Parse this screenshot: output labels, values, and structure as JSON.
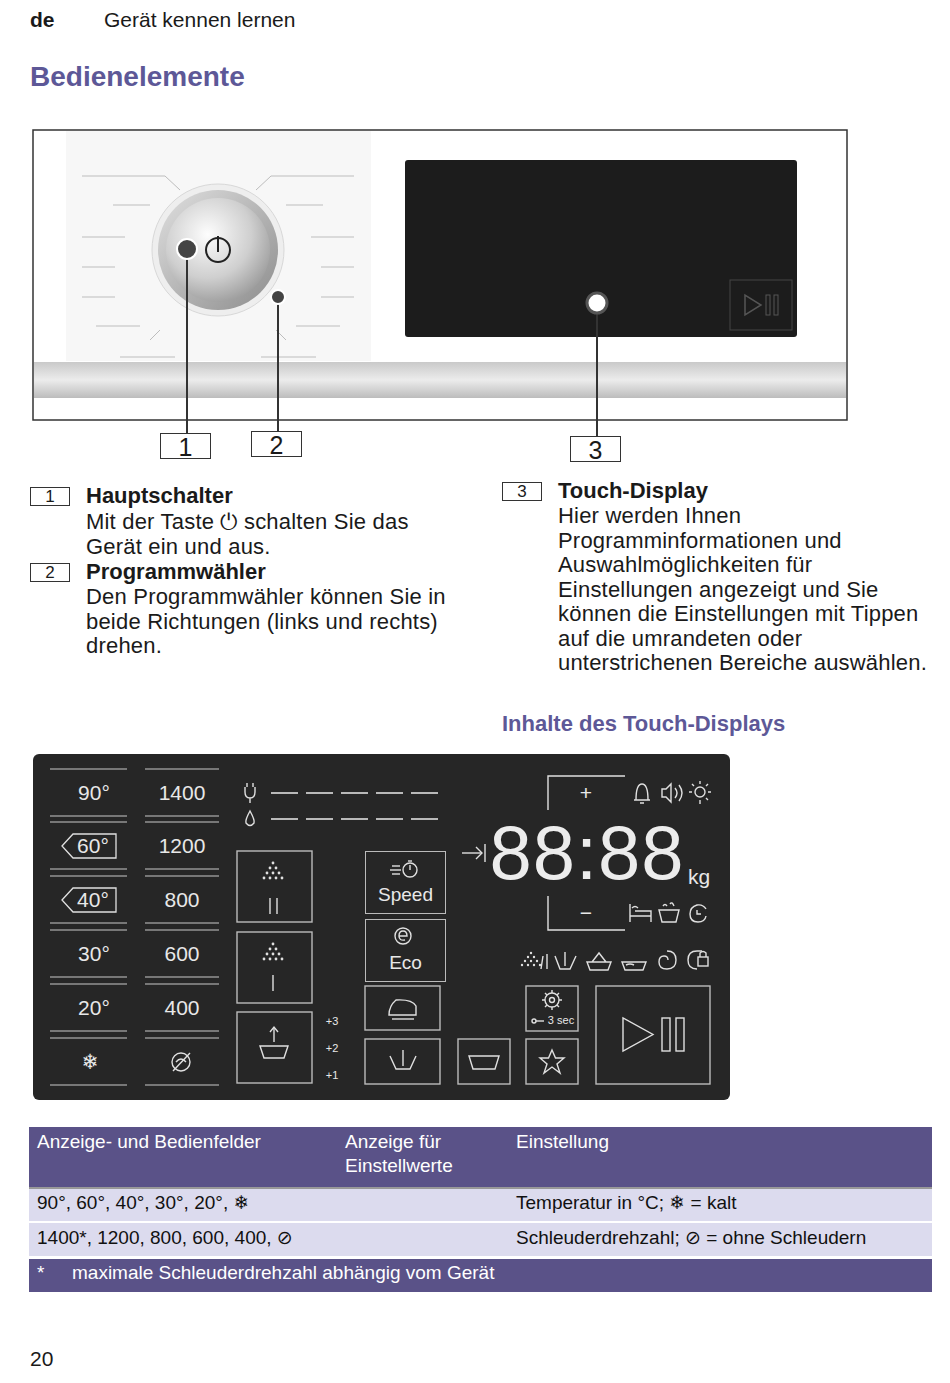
{
  "diagram": {
    "title": "Bedienelemente",
    "nodes": [
      {
        "text": [
          "Speed"
        ]
      },
      {
        "text": [
          "Eco"
        ]
      }
    ],
    "labels": [
      "de",
      "Gerät kennen lernen",
      "1",
      "2",
      "3",
      "1",
      "Hauptschalter",
      "Mit der Taste ⏻ schalten Sie das Gerät ein und aus.",
      "2",
      "Programmwähler",
      "Den Programmwähler können Sie in beide Richtungen (links und rechts) drehen.",
      "3",
      "Touch-Display",
      "Hier werden Ihnen Programminformationen und Auswahlmöglichkeiten für Einstellungen angezeigt und Sie können die Einstellungen mit Tippen auf die umrandeten oder unterstrichenen Bereiche auswählen.",
      "Inhalte des Touch-Displays",
      "90°",
      "60°",
      "40°",
      "30°",
      "20°",
      "❄",
      "1400",
      "1200",
      "800",
      "600",
      "400",
      "+3",
      "+2",
      "+1",
      "+",
      "−",
      "88:88",
      "kg",
      "3 sec",
      "Anzeige- und Bedienfelder",
      "Anzeige für Einstellwerte",
      "Einstellung",
      "90°, 60°, 40°, 30°, 20°, ❄",
      "Temperatur in °C; ❄ = kalt",
      "1400*, 1200, 800, 600, 400, ⊘",
      "Schleuderdrehzahl; ⊘ = ohne Schleudern",
      "*",
      "maximale Schleuderdrehzahl abhängig vom Gerät",
      "20"
    ]
  }
}
